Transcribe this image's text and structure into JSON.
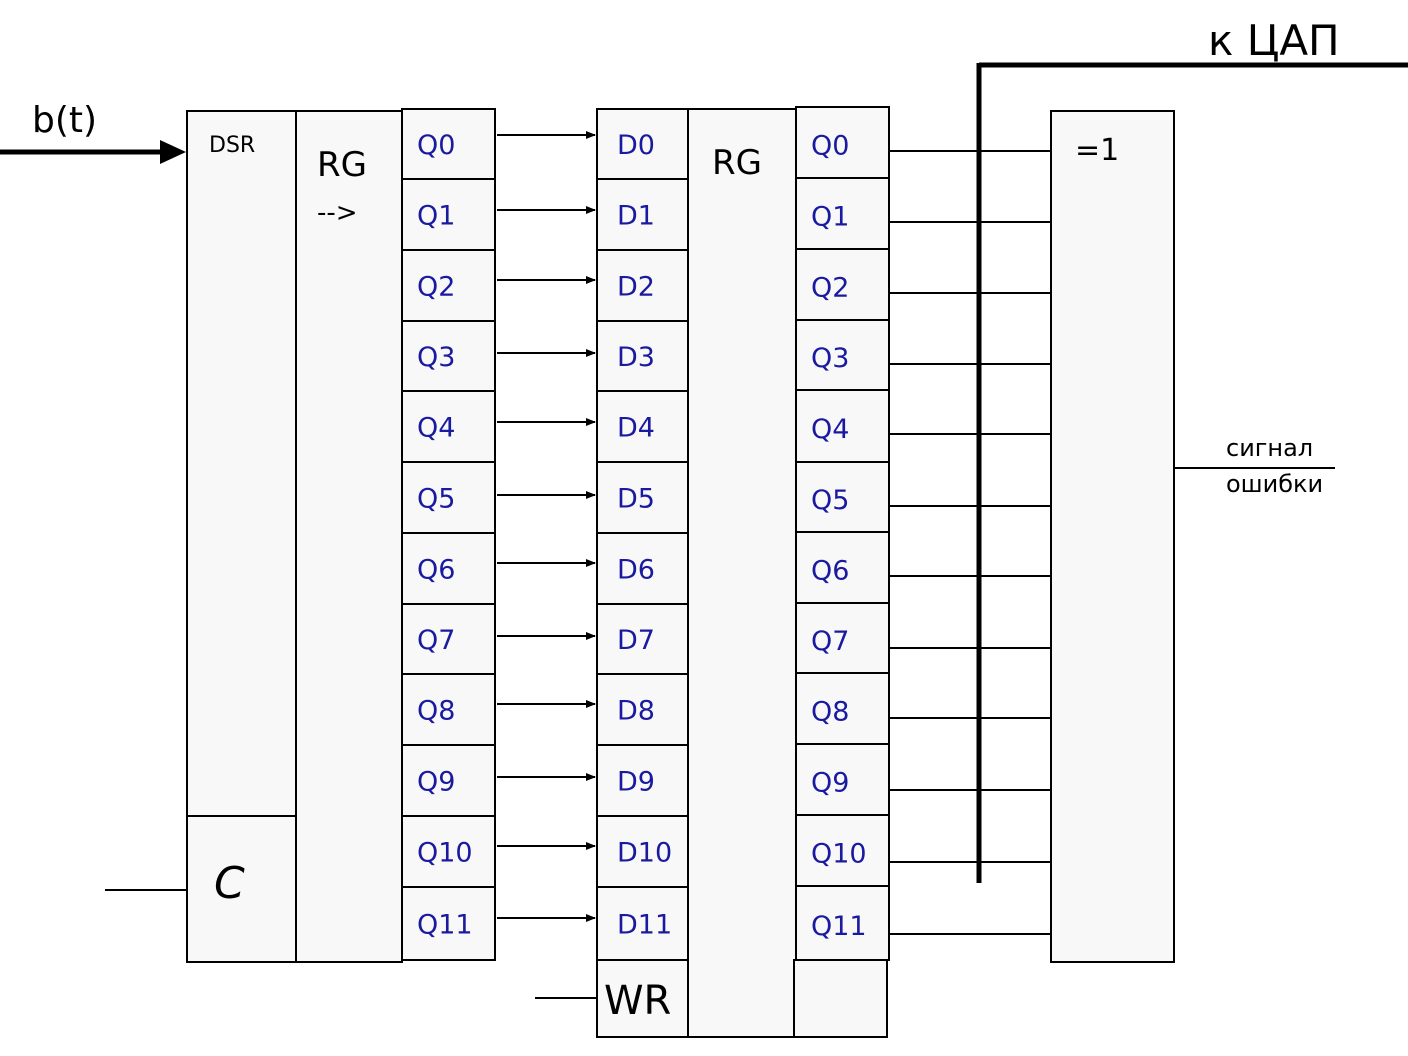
{
  "input_label": "b(t)",
  "output_bus_label": "к ЦАП",
  "shift_register": {
    "dsr_label": "DSR",
    "clock_label": "C",
    "name": "RG",
    "arrow": "-->",
    "outputs": [
      "Q0",
      "Q1",
      "Q2",
      "Q3",
      "Q4",
      "Q5",
      "Q6",
      "Q7",
      "Q8",
      "Q9",
      "Q10",
      "Q11"
    ]
  },
  "parallel_register": {
    "name": "RG",
    "write_label": "WR",
    "inputs": [
      "D0",
      "D1",
      "D2",
      "D3",
      "D4",
      "D5",
      "D6",
      "D7",
      "D8",
      "D9",
      "D10",
      "D11"
    ],
    "outputs": [
      "Q0",
      "Q1",
      "Q2",
      "Q3",
      "Q4",
      "Q5",
      "Q6",
      "Q7",
      "Q8",
      "Q9",
      "Q10",
      "Q11"
    ]
  },
  "xor_gate": {
    "label": "=1",
    "output_label_line1": "сигнал",
    "output_label_line2": "ошибки"
  },
  "colors": {
    "pin_text": "#1a1aa0",
    "lines": "#000000",
    "fill": "#f8f8f8"
  }
}
